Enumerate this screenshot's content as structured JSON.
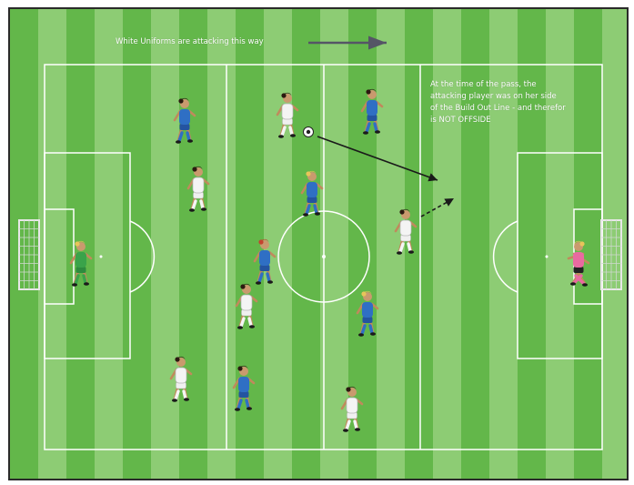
{
  "diagram": {
    "direction_label": "White Uniforms are attacking this way",
    "note_lines": [
      "At the time of the pass, the",
      "attacking player was on her side",
      "of the Build Out Line - and therefor",
      "is NOT OFFSIDE"
    ],
    "colors": {
      "grass_dark": "#63b74a",
      "grass_light": "#8dcc74",
      "line": "#ffffff",
      "blue_kit": "#2f6fc4",
      "white_kit": "#f4f4f4",
      "keeper_green": "#3aa34a",
      "keeper_pink": "#e86aa0",
      "hair_dark": "#2b1a10",
      "hair_blonde": "#e8c45a",
      "hair_red": "#c5432e",
      "arrow": "#1a1a1a",
      "direction_arrow": "#555566"
    }
  }
}
